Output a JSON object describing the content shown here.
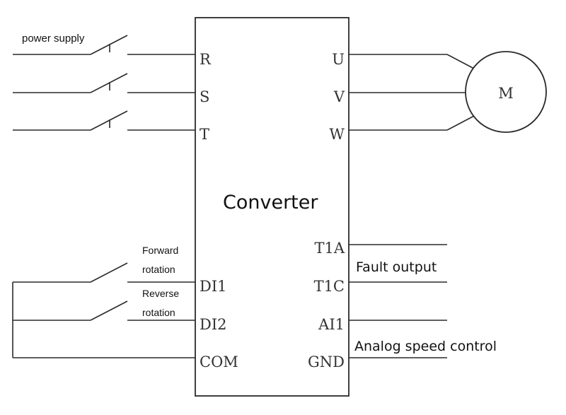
{
  "labels": {
    "power_supply": "power supply",
    "converter": "Converter",
    "forward": "Forward",
    "forward2": "rotation",
    "reverse": "Reverse",
    "reverse2": "rotation",
    "fault_output": "Fault output",
    "analog_speed": "Analog speed control",
    "motor": "M"
  },
  "pins_left": {
    "r": "R",
    "s": "S",
    "t": "T",
    "di1": "DI1",
    "di2": "DI2",
    "com": "COM"
  },
  "pins_right": {
    "u": "U",
    "v": "V",
    "w": "W",
    "t1a": "T1A",
    "t1c": "T1C",
    "ai1": "AI1",
    "gnd": "GND"
  }
}
